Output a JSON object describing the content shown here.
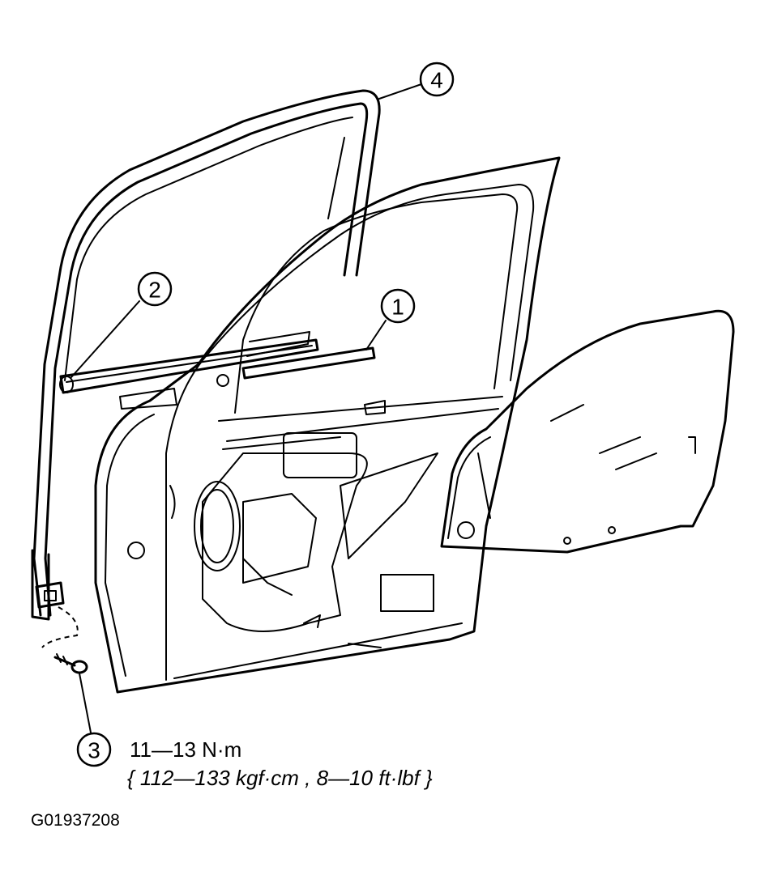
{
  "callouts": [
    {
      "id": "1",
      "label": "1"
    },
    {
      "id": "2",
      "label": "2"
    },
    {
      "id": "3",
      "label": "3"
    },
    {
      "id": "4",
      "label": "4"
    }
  ],
  "torque": {
    "line1": "11—13 N·m",
    "line2": "{ 112—133 kgf·cm , 8—10 ft·lbf }"
  },
  "figure_code": "G01937208"
}
